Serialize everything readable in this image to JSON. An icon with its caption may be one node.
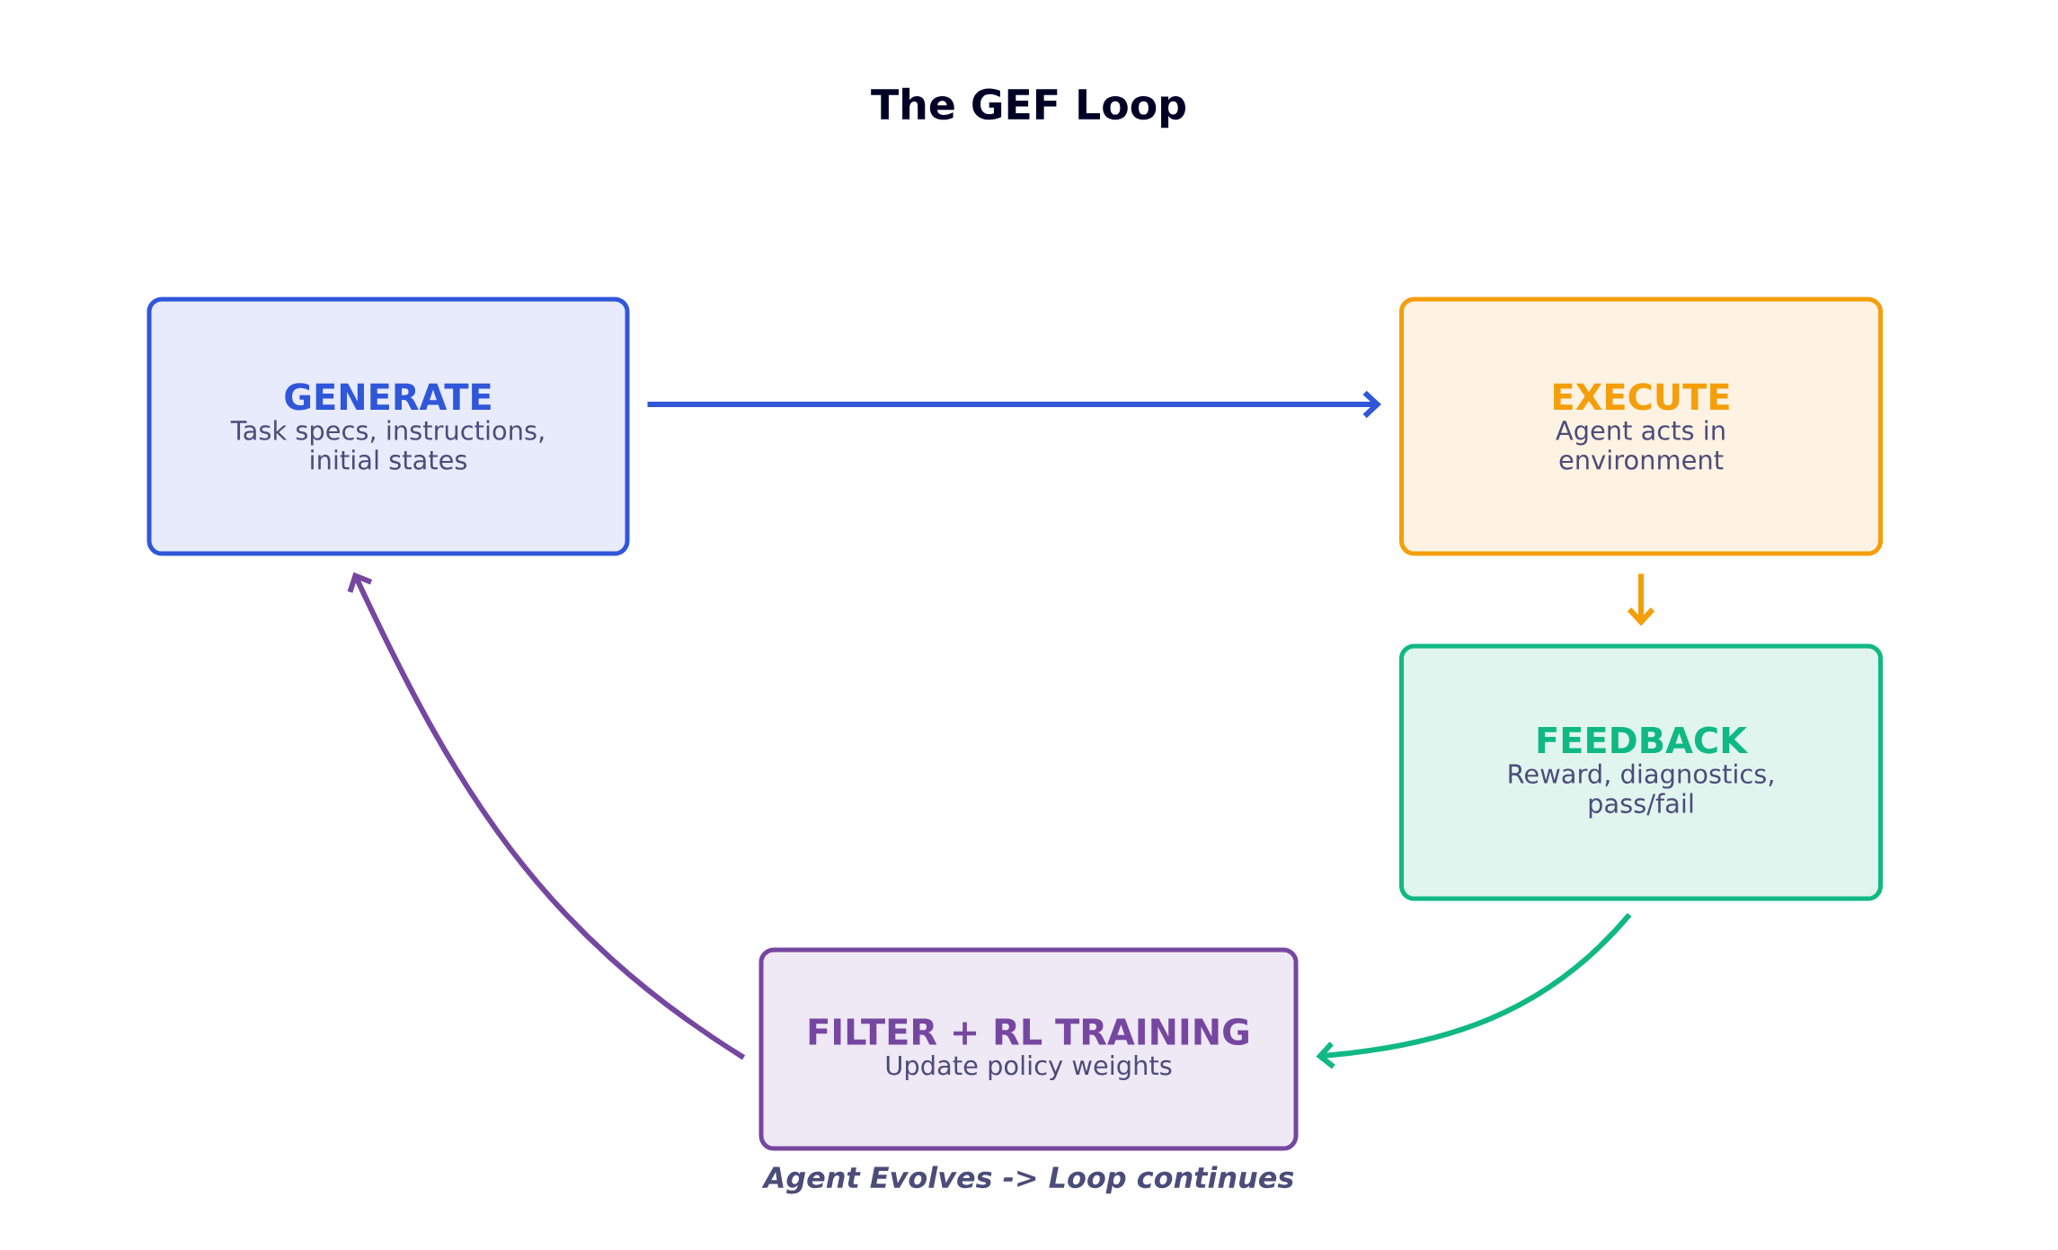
{
  "diagram": {
    "title": "The GEF Loop",
    "caption": "Agent Evolves  ->  Loop continues",
    "nodes": [
      {
        "text": [
          "GENERATE",
          "Task specs, instructions, initial states"
        ]
      },
      {
        "text": [
          "EXECUTE",
          "Agent acts in environment"
        ]
      },
      {
        "text": [
          "FEEDBACK",
          "Reward, diagnostics, pass/fail"
        ]
      },
      {
        "text": [
          "FILTER + RL TRAINING",
          "Update policy weights"
        ]
      }
    ],
    "edges": [
      {
        "from": 0,
        "to": 1,
        "arrow": "to",
        "color": "#3056d9"
      },
      {
        "from": 1,
        "to": 2,
        "arrow": "to",
        "color": "#f59e0b"
      },
      {
        "from": 2,
        "to": 3,
        "arrow": "to",
        "color": "#10b981"
      },
      {
        "from": 3,
        "to": 0,
        "arrow": "to",
        "color": "#7647a0"
      }
    ]
  }
}
